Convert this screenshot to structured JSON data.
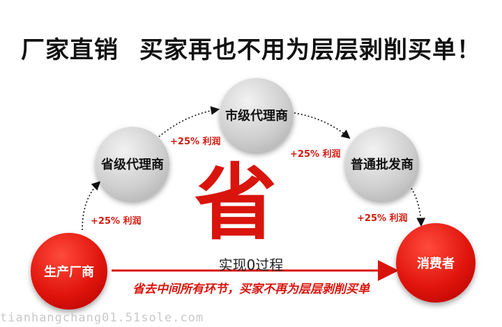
{
  "headline": {
    "left": "厂家直销",
    "right": "买家再也不用为层层剥削买单！"
  },
  "nodes": {
    "manufacturer": "生产厂商",
    "provincial_agent": "省级代理商",
    "city_agent": "市级代理商",
    "wholesaler": "普通批发商",
    "consumer": "消费者"
  },
  "profit_labels": {
    "step1": "+25% 利润",
    "step2": "+25% 利润",
    "step3": "+25% 利润",
    "step4": "+25% 利润"
  },
  "center": {
    "big_char": "省",
    "zero_process": "实现0过程",
    "bottom_text": "省去中间所有环节，买家不再为层层剥削买单"
  },
  "watermark": "tianhangchang01.51sole.com",
  "colors": {
    "accent_red": "#d9140c",
    "node_gray": "#cfcfcf",
    "text_dark": "#111111"
  }
}
